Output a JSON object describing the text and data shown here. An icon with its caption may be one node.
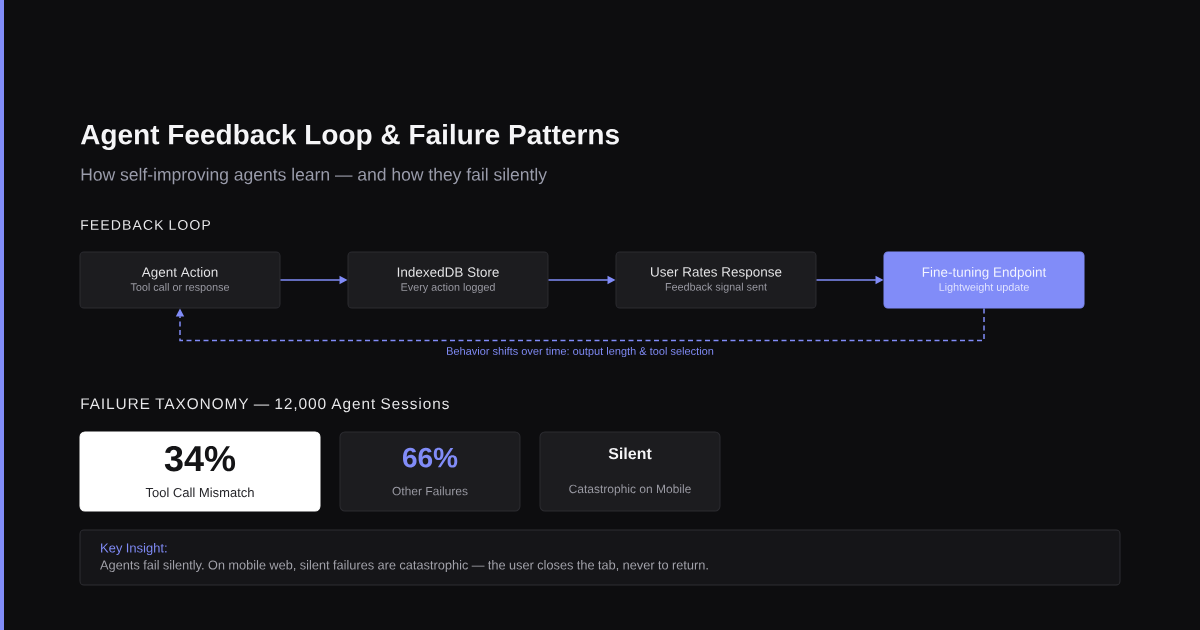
{
  "diagram": {
    "title": "Agent Feedback Loop & Failure Patterns",
    "nodes": [
      {
        "text": [
          "Agent Action",
          "Tool call or response"
        ]
      },
      {
        "text": [
          "IndexedDB Store",
          "Every action logged"
        ]
      },
      {
        "text": [
          "User Rates Response",
          "Feedback signal sent"
        ]
      },
      {
        "text": [
          "Fine-tuning Endpoint",
          "Lightweight update"
        ]
      },
      {
        "text": [
          "34%",
          "Tool Call Mismatch"
        ]
      },
      {
        "text": [
          "66%",
          "Other Failures"
        ]
      },
      {
        "text": [
          "Silent",
          "Catastrophic on Mobile"
        ]
      },
      {
        "text": [
          "Key Insight:",
          "Agents fail silently. On mobile web, silent failures are catastrophic — the user closes the tab, never to return."
        ]
      }
    ],
    "edges": [
      {
        "from": 0,
        "to": 1,
        "arrow": "to"
      },
      {
        "from": 1,
        "to": 2,
        "arrow": "to"
      },
      {
        "from": 2,
        "to": 3,
        "arrow": "to"
      },
      {
        "from": 3,
        "to": 0,
        "arrow": "to",
        "style": "dashed",
        "label": "Behavior shifts over time: output length & tool selection"
      }
    ],
    "labels": [
      "How self-improving agents learn — and how they fail silently",
      "FEEDBACK LOOP",
      "FAILURE TAXONOMY — 12,000 Agent Sessions"
    ]
  }
}
